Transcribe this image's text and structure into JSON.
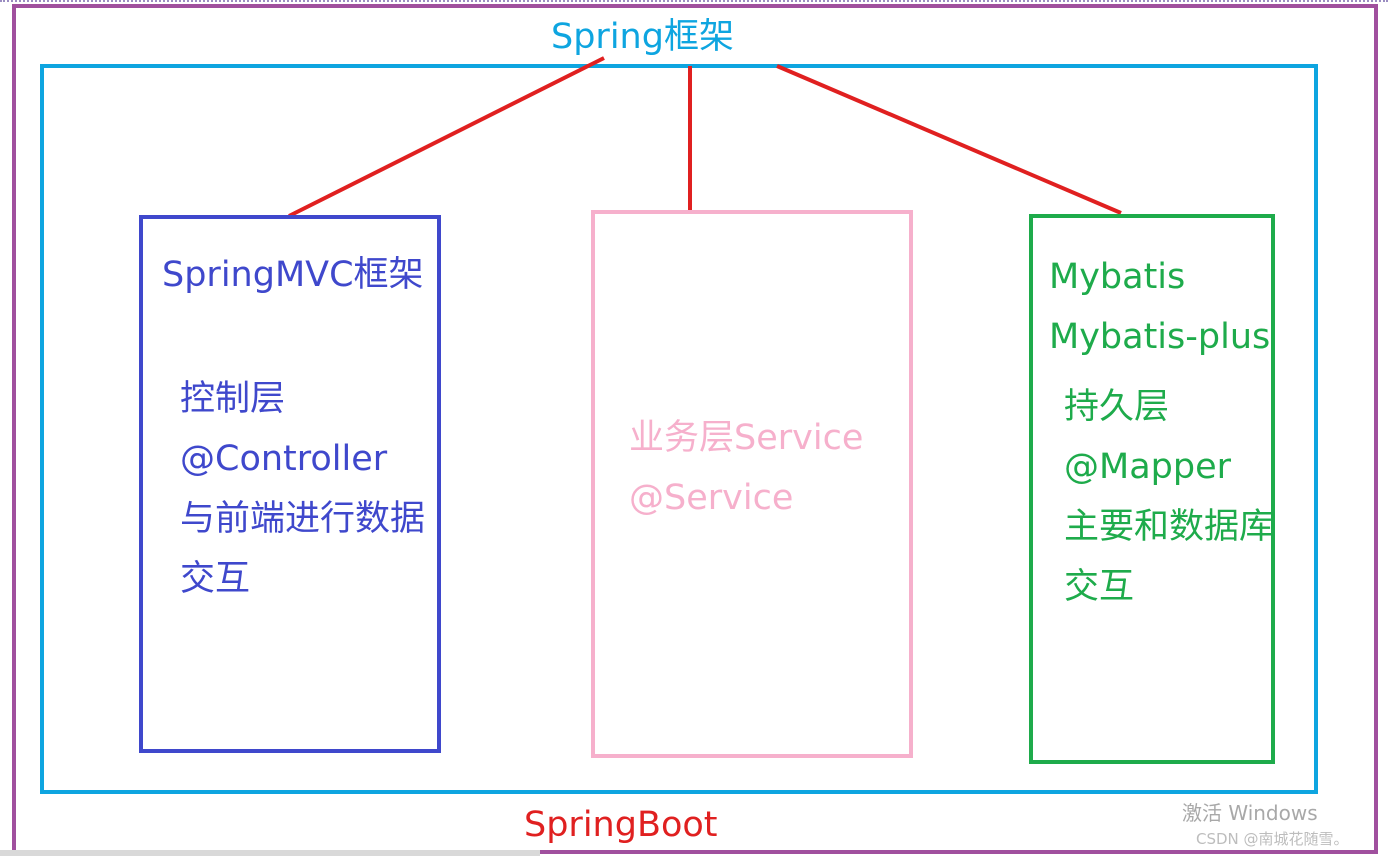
{
  "outer": {
    "label": "SpringBoot"
  },
  "spring": {
    "label": "Spring框架"
  },
  "mvc": {
    "title": "SpringMVC框架",
    "lines": [
      "控制层",
      "@Controller",
      "与前端进行数据",
      "交互"
    ]
  },
  "service": {
    "lines": [
      "业务层Service",
      "@Service"
    ]
  },
  "mybatis": {
    "titles": [
      "Mybatis",
      "Mybatis-plus"
    ],
    "lines": [
      "持久层",
      "@Mapper",
      "主要和数据库",
      "交互"
    ]
  },
  "overlay": {
    "activate": "激活 Windows",
    "csdn": "CSDN @南城花随雪。"
  },
  "colors": {
    "outer": "#a0509e",
    "spring": "#0ea5e0",
    "mvc": "#3f48cc",
    "service": "#f6b0cc",
    "mybatis": "#1eab4b",
    "connector": "#e02020"
  }
}
